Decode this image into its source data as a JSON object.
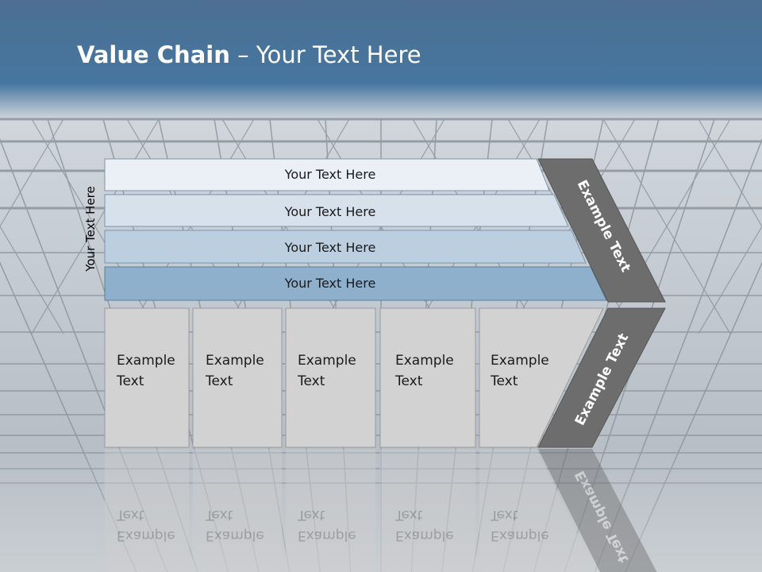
{
  "slide": {
    "title_bold": "Value Chain",
    "title_rest": " – Your Text Here",
    "side_label": "Your Text Here"
  },
  "rows": [
    {
      "label": "Your Text Here",
      "color": "#eaf0f6"
    },
    {
      "label": "Your Text Here",
      "color": "#d6e1ec"
    },
    {
      "label": "Your Text Here",
      "color": "#bccfe0"
    },
    {
      "label": "Your Text Here",
      "color": "#8fb0cc"
    }
  ],
  "boxes": [
    {
      "line1": "Example",
      "line2": "Text"
    },
    {
      "line1": "Example",
      "line2": "Text"
    },
    {
      "line1": "Example",
      "line2": "Text"
    },
    {
      "line1": "Example",
      "line2": "Text"
    },
    {
      "line1": "Example",
      "line2": "Text"
    }
  ],
  "chevron": {
    "upper_label": "Example Text",
    "lower_label": "Example Text",
    "color": "#6d6d6d"
  },
  "colors": {
    "header_blue": "#4a7399",
    "box_fill": "#d2d2d2"
  }
}
